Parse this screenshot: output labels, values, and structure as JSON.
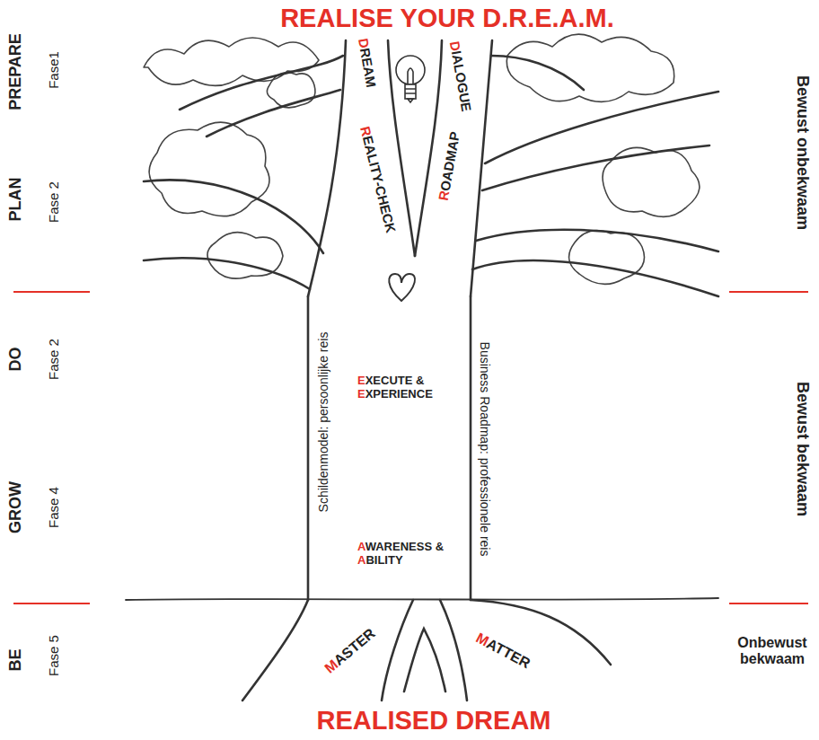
{
  "diagram": {
    "title": "REALISE YOUR D.R.E.A.M.",
    "caption": "REALISED DREAM",
    "labels": [
      "PREPARE",
      "Fase1",
      "PLAN",
      "Fase 2",
      "DO",
      "Fase 2",
      "GROW",
      "Fase 4",
      "BE",
      "Fase 5",
      "Bewust onbekwaam",
      "Bewust bekwaam",
      "Onbewust bekwaam",
      "DREAM",
      "REALITY-CHECK",
      "DIALOGUE",
      "ROADMAP",
      "EXECUTE & EXPERIENCE",
      "AWARENESS & ABILITY",
      "Schildenmodel: persoonlijke reis",
      "Business Roadmap: professionele reis",
      "MASTER",
      "MATTER"
    ]
  }
}
